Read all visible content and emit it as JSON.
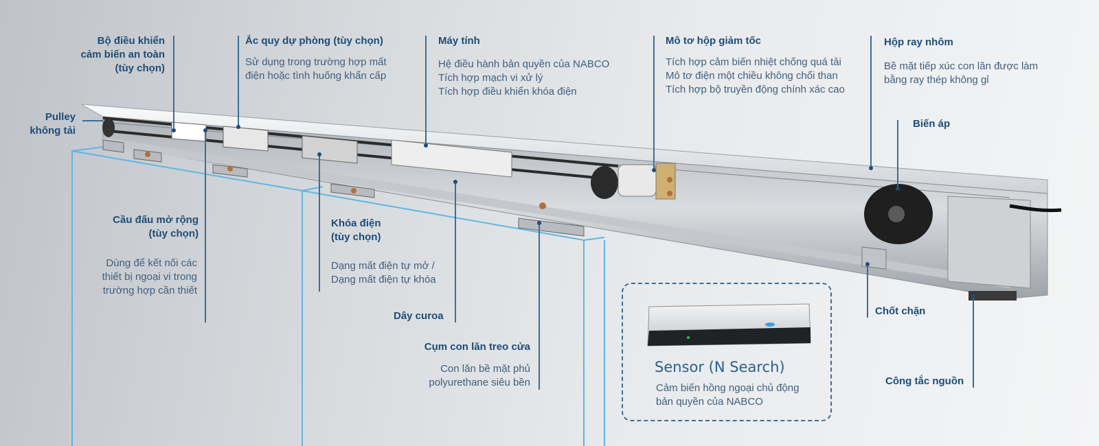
{
  "diagram": {
    "components": [
      {
        "id": "safety-sensor-controller",
        "title": "Bộ điều khiển\ncảm biến an toàn\n(tùy chọn)",
        "desc": ""
      },
      {
        "id": "backup-battery",
        "title": "Ắc quy dự phòng (tùy chọn)",
        "desc": "Sử dụng trong trường hợp mất\nđiện hoặc tình huống khẩn cấp"
      },
      {
        "id": "computer",
        "title": "Máy tính",
        "desc": "Hệ điều hành bản quyền của NABCO\nTích hợp mạch vi xử lý\nTích hợp điều khiển khóa điện"
      },
      {
        "id": "gear-motor",
        "title": "Mô tơ hộp giảm tốc",
        "desc": "Tích hợp cảm biến nhiệt chống quá tải\nMô tơ điện một chiều không chổi than\nTích hợp bộ truyền động chính xác cao"
      },
      {
        "id": "aluminum-rail",
        "title": "Hộp ray nhôm",
        "desc": "Bề mặt tiếp xúc con lăn được làm\nbằng ray thép không gỉ"
      },
      {
        "id": "idle-pulley",
        "title": "Pulley\nkhông tải",
        "desc": ""
      },
      {
        "id": "transformer",
        "title": "Biến áp",
        "desc": ""
      },
      {
        "id": "extension-terminal",
        "title": "Cầu đấu mở rộng\n(tùy chọn)",
        "desc": "Dùng để kết nối các\nthiết bị ngoại vi trong\ntrường hợp cần thiết"
      },
      {
        "id": "electric-lock",
        "title": "Khóa điện\n(tùy chọn)",
        "desc": "Dạng mất điện tự mở /\nDạng mất điện tự khóa"
      },
      {
        "id": "belt",
        "title": "Dây curoa",
        "desc": ""
      },
      {
        "id": "door-hanger-roller",
        "title": "Cụm con lăn treo cửa",
        "desc": "Con lăn bề mặt phủ\npolyurethane siêu bền"
      },
      {
        "id": "door-stopper",
        "title": "Chốt chặn",
        "desc": ""
      },
      {
        "id": "power-switch",
        "title": "Công tắc nguồn",
        "desc": ""
      }
    ],
    "sensor": {
      "title": "Sensor (N Search)",
      "desc": "Cảm biến hồng ngoại chủ động\nbản quyền của NABCO"
    }
  }
}
